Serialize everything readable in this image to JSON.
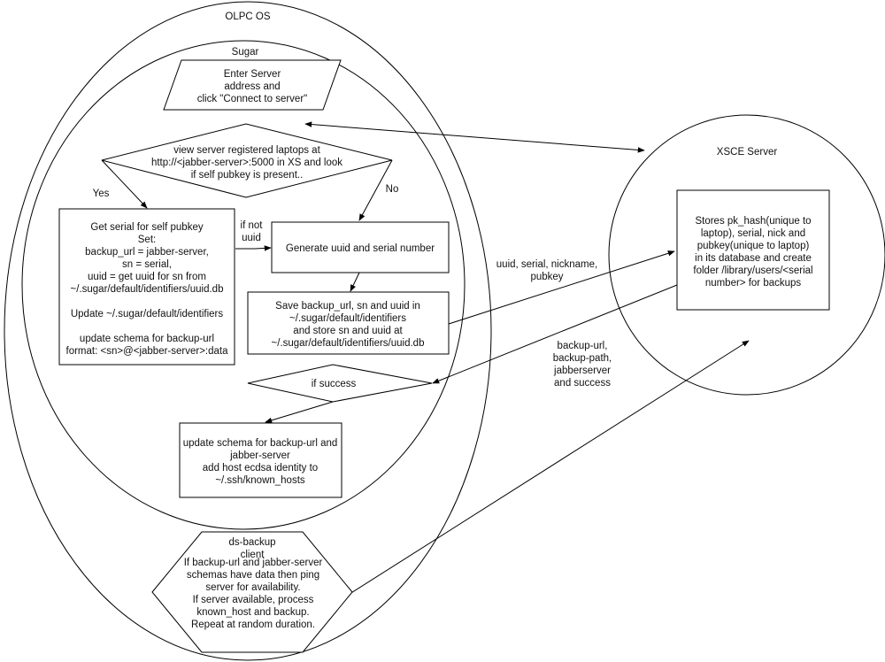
{
  "containers": {
    "olpc": "OLPC OS",
    "sugar": "Sugar",
    "xsce": "XSCE Server"
  },
  "nodes": {
    "enter_server": [
      "Enter Server",
      "address and",
      "click \"Connect to server\""
    ],
    "view_registered": [
      "view server registered laptops at",
      "http://<jabber-server>:5000 in XS and look",
      "if self pubkey is present.."
    ],
    "get_serial": [
      "Get serial for self pubkey",
      "Set:",
      "backup_url = jabber-server,",
      "sn = serial,",
      "uuid = get uuid for sn from",
      "~/.sugar/default/identifiers/uuid.db",
      "",
      "Update ~/.sugar/default/identifiers",
      "",
      "update schema for backup-url",
      "format: <sn>@<jabber-server>:data"
    ],
    "generate": [
      "Generate uuid and serial number"
    ],
    "save": [
      "Save backup_url, sn and uuid in",
      "~/.sugar/default/identifiers",
      "and store sn and uuid at",
      "~/.sugar/default/identifiers/uuid.db"
    ],
    "if_success": [
      "if success"
    ],
    "update_schema": [
      "update schema for backup-url and",
      "jabber-server",
      "add host ecdsa identity to",
      "~/.ssh/known_hosts"
    ],
    "ds_backup_title": [
      "ds-backup",
      "client"
    ],
    "ds_backup": [
      "If backup-url and jabber-server",
      "schemas have data then ping",
      "server for availability.",
      "If server available, process",
      "known_host and backup.",
      "Repeat at random duration."
    ],
    "xsce_store": [
      "Stores pk_hash(unique to",
      "laptop), serial, nick and",
      "pubkey(unique to laptop)",
      "in its database and create",
      "folder /library/users/<serial",
      "number> for backups"
    ]
  },
  "edge_labels": {
    "yes": "Yes",
    "no": "No",
    "if_not_uuid": [
      "if not",
      "uuid"
    ],
    "to_server": [
      "uuid, serial, nickname,",
      "pubkey"
    ],
    "from_server": [
      "backup-url,",
      "backup-path,",
      "jabberserver",
      "and success"
    ]
  }
}
